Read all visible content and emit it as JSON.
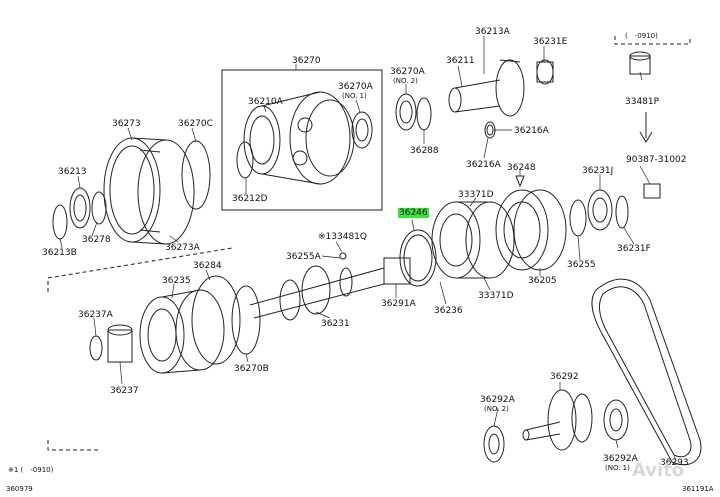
{
  "labels": {
    "p36270": "36270",
    "p36213A": "36213A",
    "p36231E": "36231E",
    "p0910_top": "(　-0910)",
    "p36211": "36211",
    "p36270A": "36270A",
    "p36270A_no2": "(NO. 2)",
    "p36270A_2": "36270A",
    "p36270A_2_no1": "(NO. 1)",
    "p36210A": "36210A",
    "p36273": "36273",
    "p36270C": "36270C",
    "p33481P": "33481P",
    "p36216A": "36216A",
    "p36288": "36288",
    "p36216A_2": "36216A",
    "p36248": "36248",
    "p90387": "90387-31002",
    "p36213": "36213",
    "p36231J": "36231J",
    "p36212D": "36212D",
    "p33371D": "33371D",
    "p36246": "36246",
    "p36278": "36278",
    "p133481Q": "※133481Q",
    "p36213B": "36213B",
    "p36273A": "36273A",
    "p36231F": "36231F",
    "p36255A": "36255A",
    "p36255": "36255",
    "p36284": "36284",
    "p36235": "36235",
    "p36205": "36205",
    "p33371D_2": "33371D",
    "p36291A": "36291A",
    "p36237A": "36237A",
    "p36236": "36236",
    "p36231": "36231",
    "p36292": "36292",
    "p36270B": "36270B",
    "p36237": "36237",
    "p36292A": "36292A",
    "p36292A_no2": "(NO. 2)",
    "p36292A_2": "36292A",
    "p36292A_2_no1": "(NO. 1)",
    "p36293": "36293",
    "footnote": "※1 (　-0910)",
    "code_left": "360979",
    "code_right": "361191A"
  },
  "watermark": "Avito",
  "colors": {
    "line": "#222222",
    "highlight": "#39e639",
    "watermark": "#d8d8d8"
  }
}
